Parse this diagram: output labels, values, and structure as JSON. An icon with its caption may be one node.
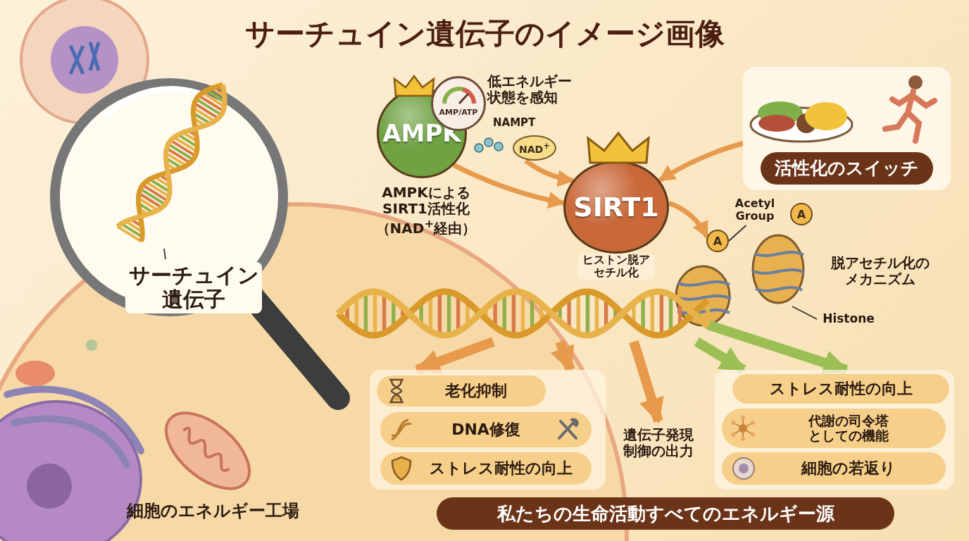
{
  "diagram": {
    "title": "サーチュイン遺伝子のイメージ画像",
    "nodes": [
      {
        "text": [
          "AMPK"
        ],
        "beside": [
          "AMPKによるSIRT1活性化（NAD$^{+}$経由）"
        ]
      },
      {
        "text": [
          "AMP/ATP"
        ]
      },
      {
        "text": [
          "NAD$^{+}$"
        ]
      },
      {
        "text": [
          "SIRT1"
        ]
      },
      {
        "text": [
          "活性化のスイッチ"
        ]
      },
      {
        "text": [
          "Acetyl Group"
        ]
      },
      {
        "text": [
          "A"
        ]
      },
      {
        "text": [
          "A"
        ]
      },
      {
        "text": [],
        "shape": "picture"
      },
      {
        "text": [
          "Histone"
        ]
      },
      {
        "text": [],
        "shape": "picture"
      },
      {
        "text": [],
        "shape": "box"
      },
      {
        "text": [
          "老化抑制"
        ],
        "in": 11
      },
      {
        "text": [
          "DNA修復"
        ],
        "in": 11
      },
      {
        "text": [
          "ストレス耐性の向上"
        ],
        "in": 11
      },
      {
        "text": [
          "遺伝子発現制御の出力"
        ]
      },
      {
        "text": [],
        "shape": "box"
      },
      {
        "text": [
          "ストレス耐性の向上"
        ],
        "in": 16
      },
      {
        "text": [
          "代謝の司令塔としての機能"
        ],
        "in": 16
      },
      {
        "text": [
          "細胞の若返り"
        ],
        "in": 16
      },
      {
        "text": [],
        "shape": "picture"
      },
      {
        "text": [
          "サーチュイン遺伝子"
        ]
      }
    ],
    "edges": [
      {
        "from": 0,
        "to": 3,
        "arrow": "to"
      },
      {
        "from": 2,
        "to": 3,
        "arrow": "to"
      },
      {
        "from": 4,
        "to": 3,
        "arrow": "to"
      },
      {
        "from": 3,
        "to": 6,
        "arrow": "to"
      },
      {
        "from": 5,
        "to": 6,
        "arrow": "none",
        "color": "#333333"
      },
      {
        "from": 9,
        "to": 8,
        "arrow": "none",
        "color": "#333333"
      },
      {
        "from": 10,
        "to": 11,
        "arrow": "to",
        "style": "thick"
      },
      {
        "from": 10,
        "to": 11,
        "arrow": "to",
        "style": "thick"
      },
      {
        "from": 10,
        "to": 15,
        "arrow": "to",
        "style": "thick"
      },
      {
        "from": 10,
        "to": 16,
        "arrow": "to",
        "style": "thick",
        "color": "#9cbf55"
      },
      {
        "from": 10,
        "to": 16,
        "arrow": "to",
        "style": "thick",
        "color": "#9cbf55"
      },
      {
        "from": 21,
        "to": 20,
        "arrow": "none",
        "color": "#333333"
      }
    ],
    "labels": [
      "低エネルギー状態を感知",
      "NAMPT",
      "ヒストン脱アセチル化",
      "脱アセチル化のメカニズム",
      "細胞のエネルギー工場",
      "私たちの生命活動すべてのエネルギー源"
    ]
  }
}
